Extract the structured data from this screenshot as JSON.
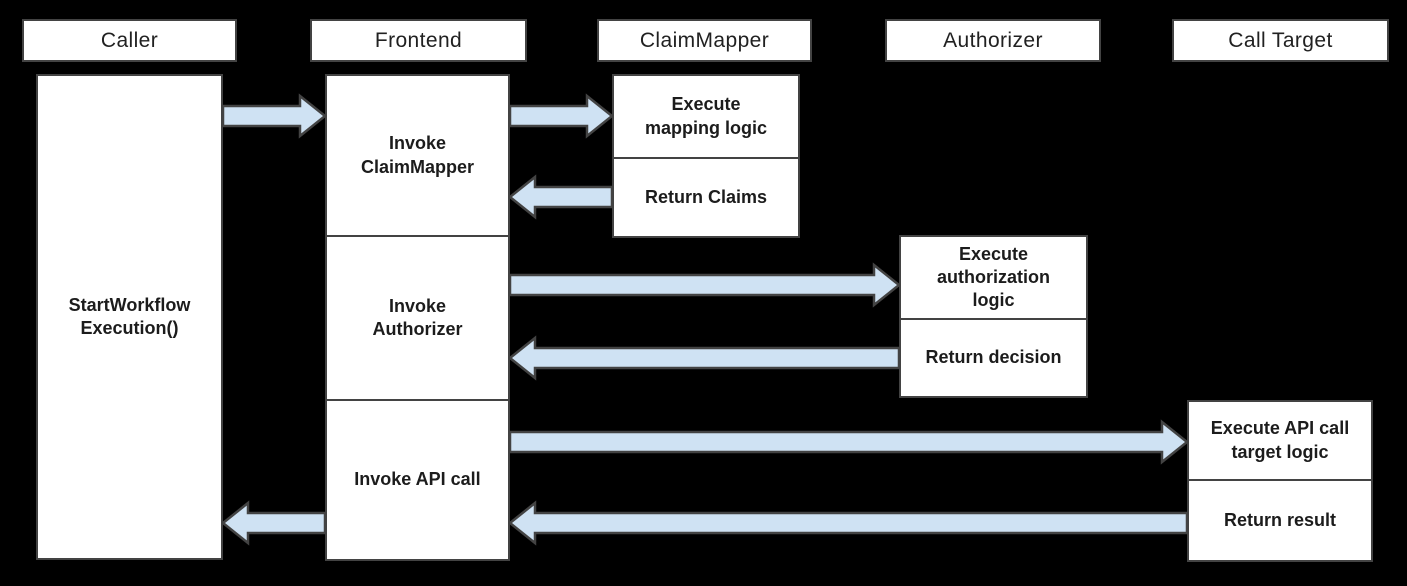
{
  "diagram": {
    "lanes": [
      {
        "label": "Caller"
      },
      {
        "label": "Frontend"
      },
      {
        "label": "ClaimMapper"
      },
      {
        "label": "Authorizer"
      },
      {
        "label": "Call Target"
      }
    ],
    "activities": {
      "caller_start": "StartWorkflow\nExecution()",
      "frontend_invoke_claimmapper": "Invoke\nClaimMapper",
      "frontend_invoke_authorizer": "Invoke\nAuthorizer",
      "frontend_invoke_api_call": "Invoke API call",
      "claimmapper_execute": "Execute\nmapping logic",
      "claimmapper_return": "Return Claims",
      "authorizer_execute": "Execute\nauthorization\nlogic",
      "authorizer_return": "Return decision",
      "calltarget_execute": "Execute API call\ntarget logic",
      "calltarget_return": "Return result"
    },
    "arrows": [
      {
        "name": "caller-to-frontend",
        "from": "Caller",
        "to": "Frontend"
      },
      {
        "name": "frontend-to-claimmapper",
        "from": "Frontend",
        "to": "ClaimMapper"
      },
      {
        "name": "claimmapper-to-frontend",
        "from": "ClaimMapper",
        "to": "Frontend"
      },
      {
        "name": "frontend-to-authorizer",
        "from": "Frontend",
        "to": "Authorizer"
      },
      {
        "name": "authorizer-to-frontend",
        "from": "Authorizer",
        "to": "Frontend"
      },
      {
        "name": "frontend-to-calltarget",
        "from": "Frontend",
        "to": "Call Target"
      },
      {
        "name": "calltarget-to-frontend",
        "from": "Call Target",
        "to": "Frontend"
      },
      {
        "name": "frontend-to-caller",
        "from": "Frontend",
        "to": "Caller"
      }
    ],
    "colors": {
      "background": "#000000",
      "box_fill": "#ffffff",
      "box_border": "#434343",
      "text": "#1c1c1c",
      "arrow_fill": "#cfe2f3",
      "arrow_stroke": "#434343"
    }
  }
}
